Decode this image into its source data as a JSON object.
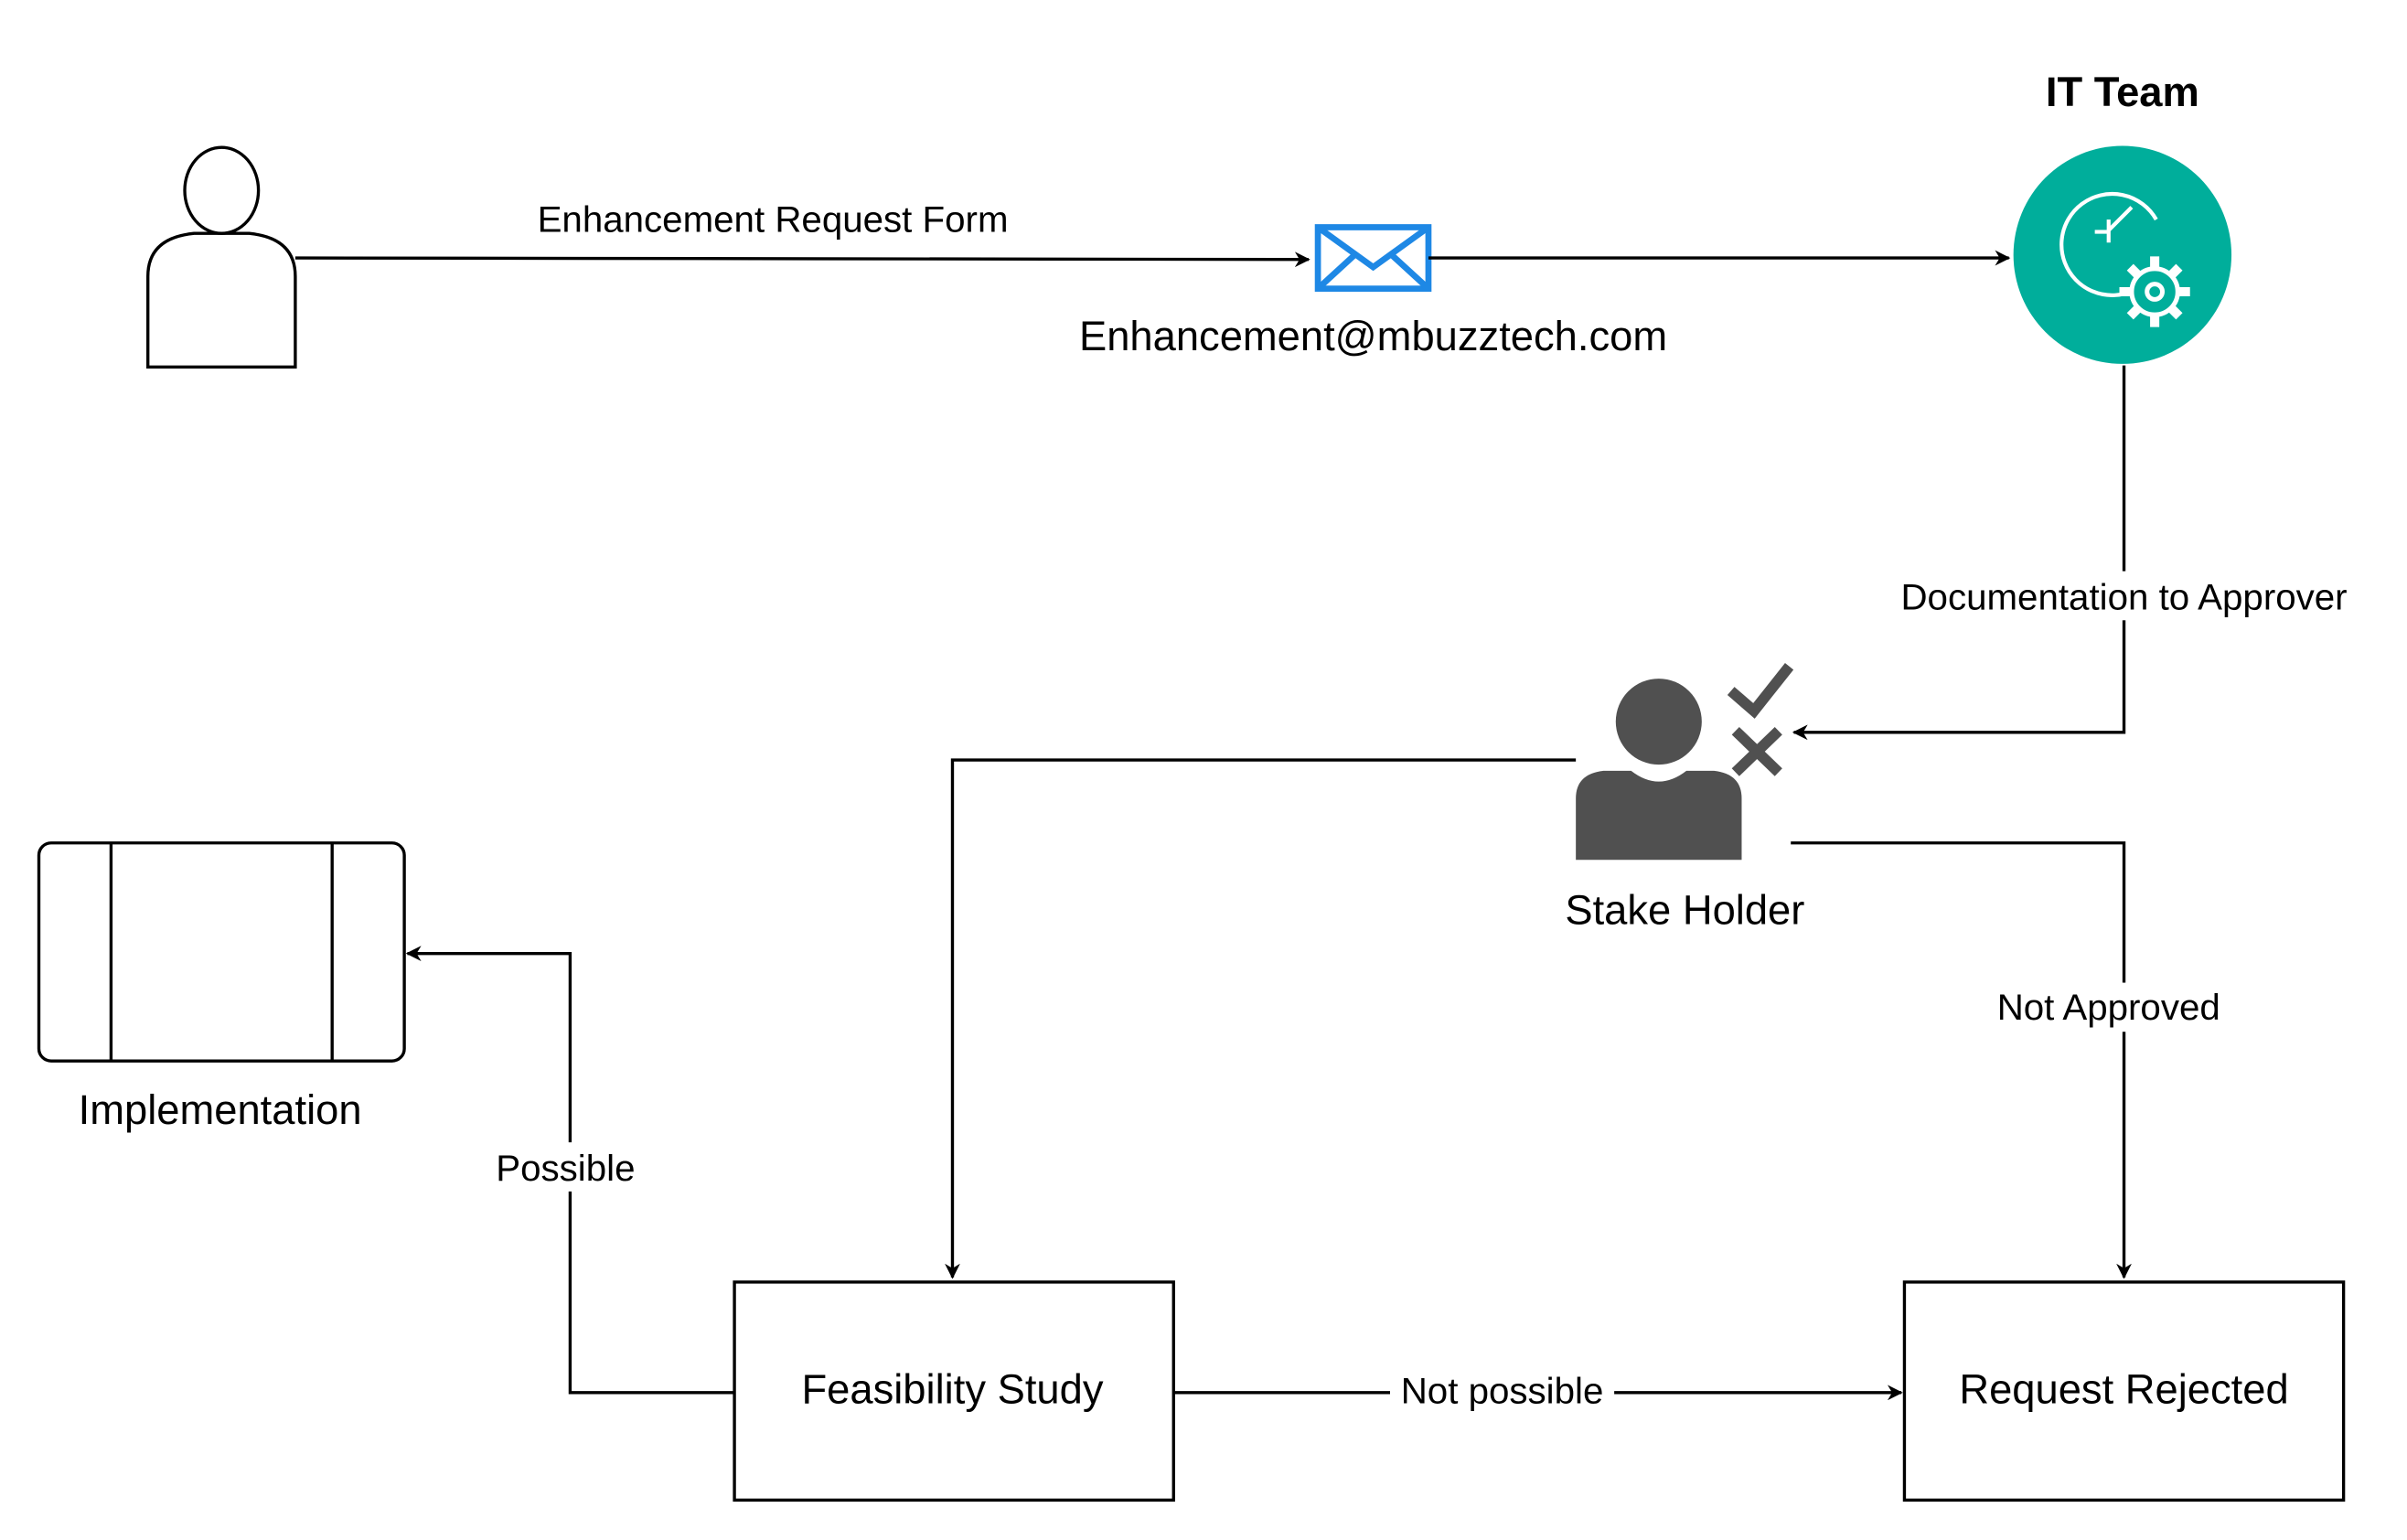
{
  "labels": {
    "it_team": "IT Team",
    "email_address": "Enhancement@mbuzztech.com",
    "stake_holder": "Stake Holder",
    "implementation": "Implementation"
  },
  "nodes": {
    "feasibility_study": "Feasibility Study",
    "request_rejected": "Request Rejected"
  },
  "edges": {
    "enhancement_request_form": "Enhancement Request Form",
    "documentation_to_approver": "Documentation to Approver",
    "not_approved": "Not Approved",
    "possible": "Possible",
    "not_possible": "Not possible"
  },
  "icons": {
    "requester": "user-outline-icon",
    "email": "envelope-icon",
    "it_team": "clock-gear-icon",
    "stake_holder": "user-approve-reject-icon",
    "implementation": "process-icon"
  },
  "colors": {
    "email_icon": "#1E88E5",
    "it_team_circle": "#00AE9B",
    "stake_holder_icon": "#505050",
    "line": "#000000"
  }
}
